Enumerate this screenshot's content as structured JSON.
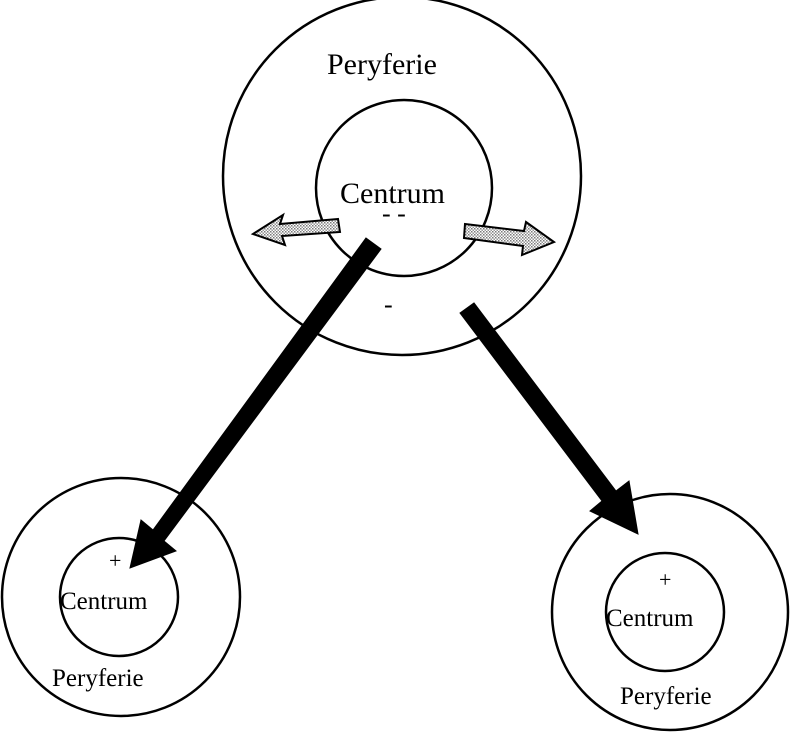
{
  "main_diagram": {
    "outer_label": "Peryferie",
    "inner_label": "Centrum",
    "inner_charge": "- -",
    "outer_charge": "-"
  },
  "left_diagram": {
    "outer_label": "Peryferie",
    "inner_label": "Centrum",
    "inner_charge": "+"
  },
  "right_diagram": {
    "outer_label": "Peryferie",
    "inner_label": "Centrum",
    "inner_charge": "+"
  }
}
